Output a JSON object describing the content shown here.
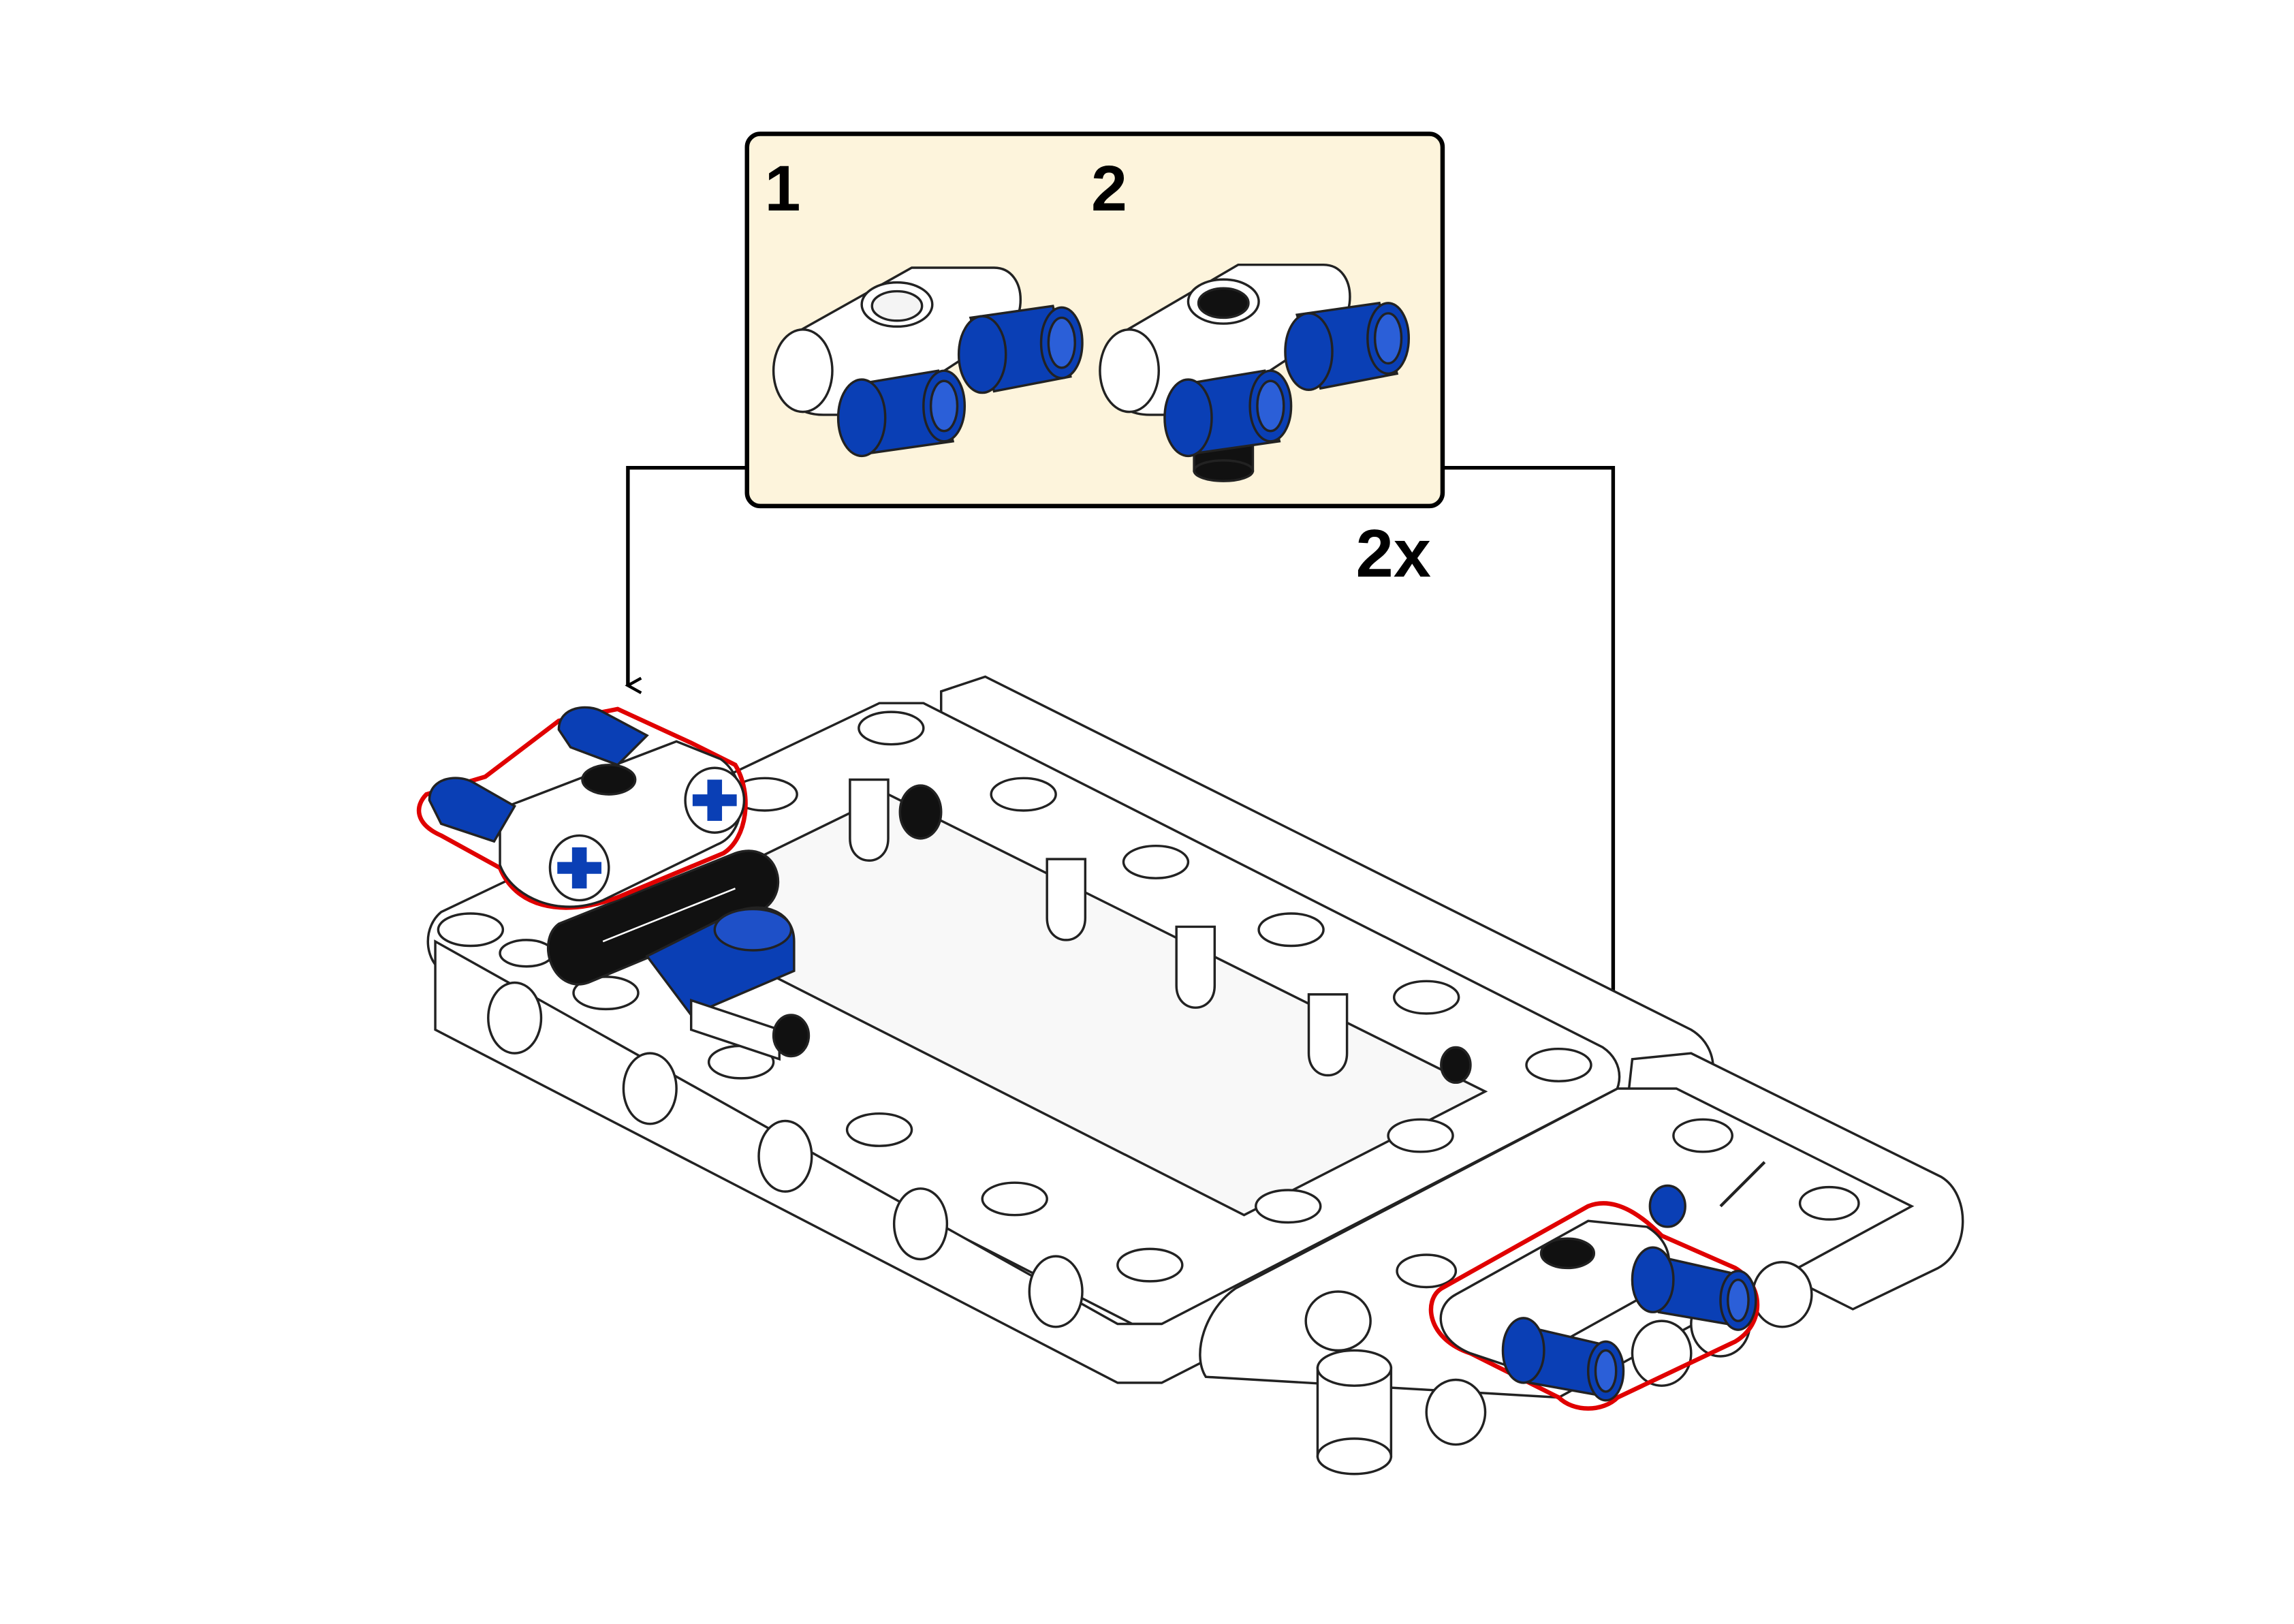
{
  "callout": {
    "background_color": "#fdf4dc",
    "border_color": "#000000",
    "sub_step_1": "1",
    "sub_step_2": "2",
    "quantity": "2x"
  },
  "colors": {
    "pin_blue": "#0a3fb5",
    "part_white": "#ffffff",
    "part_outline": "#222222",
    "part_black": "#111111",
    "highlight_red": "#e00000",
    "arrow": "#000000"
  },
  "parts": {
    "callout_part_1": "double-pin-connector-with-blue-pins",
    "callout_part_2": "double-pin-connector-with-black-axle-and-blue-pins",
    "frame": "white-rectangular-liftarm-frame",
    "end_assembly": "white-beam-end-assembly"
  }
}
